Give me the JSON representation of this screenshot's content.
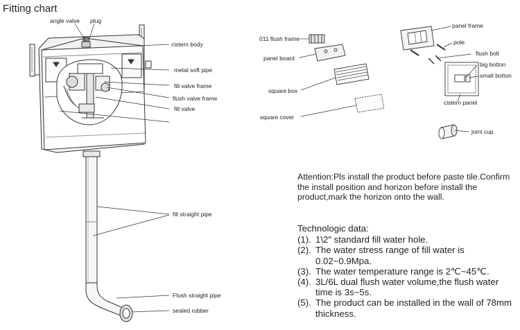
{
  "title": "Fitting chart",
  "labels": {
    "angle_valve": "angle valve",
    "plug": "plug",
    "cistern_body": "cistern body",
    "metal_soft_pipe": "metal soft pipe",
    "fill_valve_frame": "fill valve frame",
    "flush_valve_frame": "flush valve frame",
    "fill_valve": "fill valve",
    "fill_straight_pipe": "fill straight pipe",
    "flush_straight_pipe": "Flush straight pipe",
    "sealed_rubber": "sealed rubber",
    "flush_frame_011": "011 flush frame",
    "panel_board": "panel board",
    "square_box": "square box",
    "square_cover": "square cover",
    "panel_frame": "panel frame",
    "pole": "pole",
    "flush_bolt": "flush bolt",
    "big_botton": "big botton",
    "small_botton": "small botton",
    "cistern_panel": "cistern panel",
    "joint_cup": "joint cup"
  },
  "attention": "Attention:Pls install the product before paste tile.Confirm the install position and horizon before install the product,mark the horizon onto the wall.",
  "tech": {
    "heading": "Technologic data:",
    "items": [
      {
        "num": "(1).",
        "text": "1\\2″ standard fill water hole."
      },
      {
        "num": "(2).",
        "text": "The water stress range of fill water is 0.02~0.9Mpa."
      },
      {
        "num": "(3).",
        "text": "The water temperature range is 2℃~45℃."
      },
      {
        "num": "(4).",
        "text": "3L/6L dual flush water volume,the flush water time is 3s~5s."
      },
      {
        "num": "(5).",
        "text": "The product can be installed in the wall of 78mm thickness."
      }
    ]
  }
}
